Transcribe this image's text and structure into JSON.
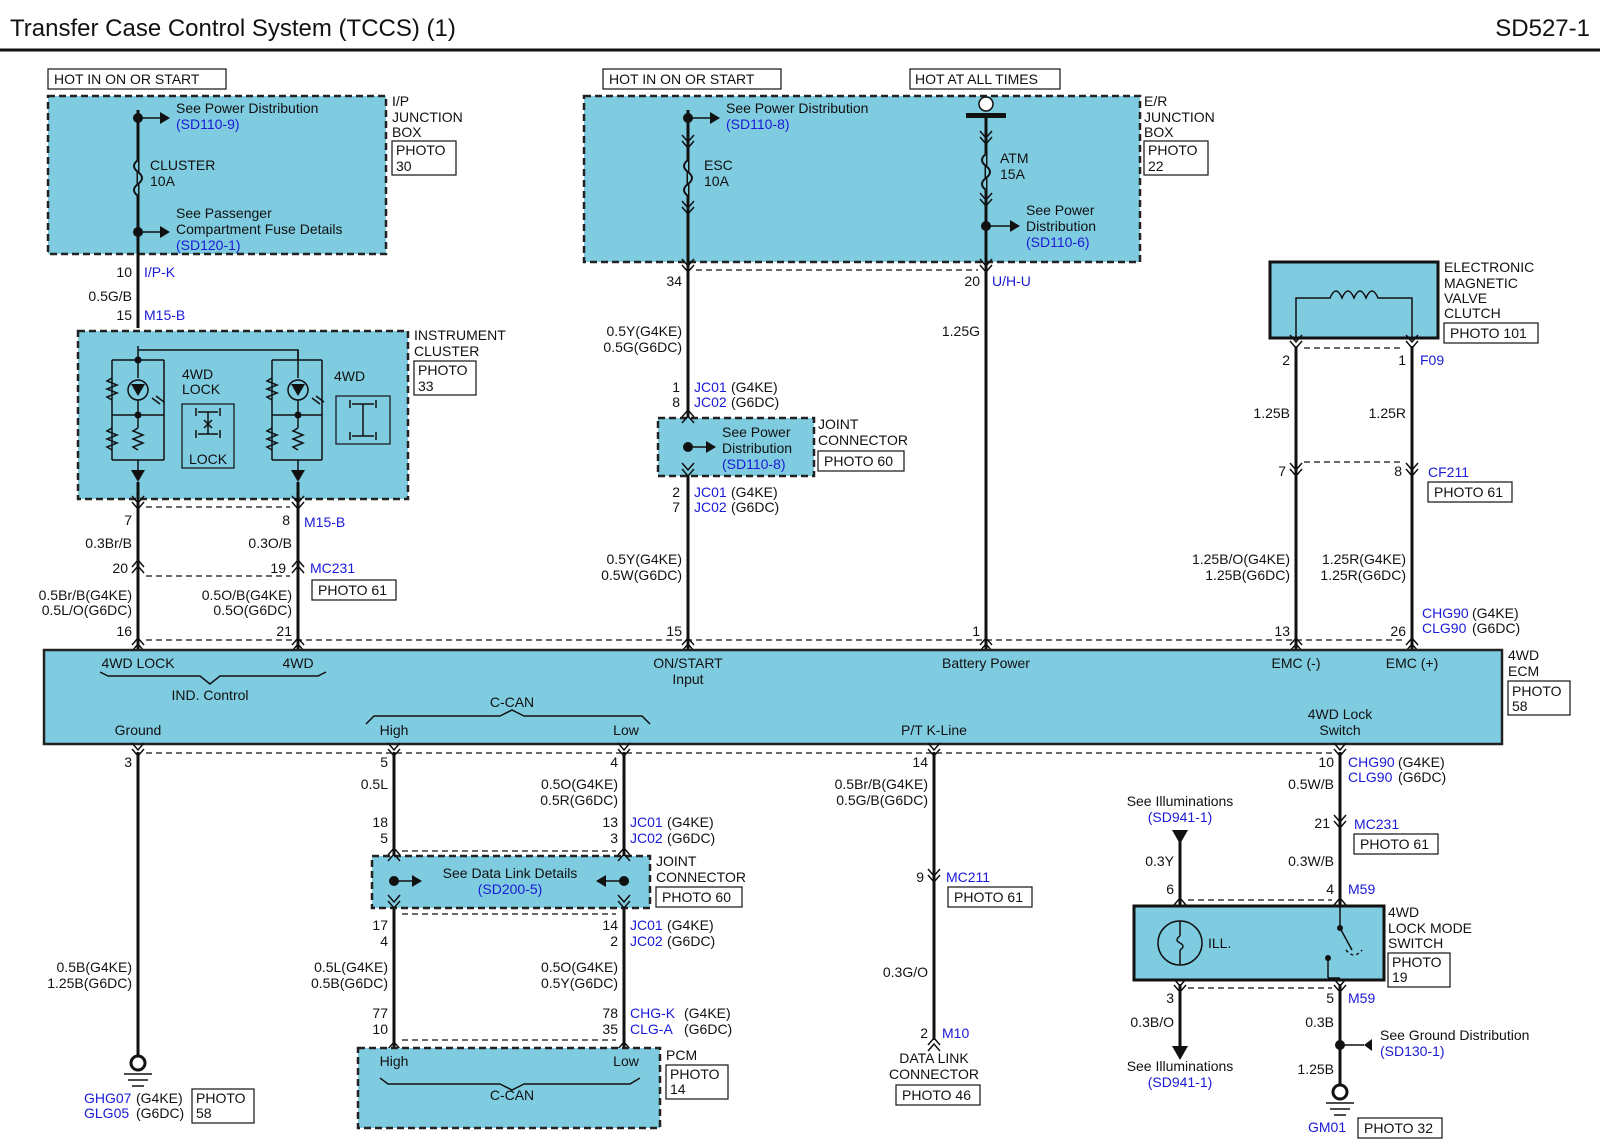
{
  "header": {
    "title": "Transfer Case Control System (TCCS) (1)",
    "code": "SD527-1"
  },
  "hot": {
    "a": "HOT IN ON OR START",
    "b": "HOT IN ON OR START",
    "c": "HOT AT ALL TIMES"
  },
  "ip_box": {
    "l1": "I/P",
    "l2": "JUNCTION",
    "l3": "BOX",
    "photo1": "PHOTO",
    "photo2": "30",
    "see1": "See Power Distribution",
    "ref1": "(SD110-9)",
    "fuse1": "CLUSTER",
    "fuse2": "10A",
    "see2a": "See Passenger",
    "see2b": "Compartment Fuse Details",
    "ref2": "(SD120-1)"
  },
  "er_box": {
    "l1": "E/R",
    "l2": "JUNCTION",
    "l3": "BOX",
    "photo1": "PHOTO",
    "photo2": "22",
    "see1": "See Power Distribution",
    "ref1": "(SD110-8)",
    "esc1": "ESC",
    "esc2": "10A",
    "atm1": "ATM",
    "atm2": "15A",
    "see2a": "See Power",
    "see2b": "Distribution",
    "ref2": "(SD110-6)"
  },
  "cluster": {
    "l1": "INSTRUMENT",
    "l2": "CLUSTER",
    "photo1": "PHOTO",
    "photo2": "33",
    "lock1": "4WD",
    "lock2": "LOCK",
    "lockicon": "LOCK",
    "fwd": "4WD"
  },
  "valve": {
    "l1": "ELECTRONIC",
    "l2": "MAGNETIC",
    "l3": "VALVE",
    "l4": "CLUTCH",
    "photo": "PHOTO 101"
  },
  "jc1": {
    "l1": "JOINT",
    "l2": "CONNECTOR",
    "photo": "PHOTO 60",
    "s1": "See Power",
    "s2": "Distribution",
    "ref": "(SD110-8)"
  },
  "jc2": {
    "l1": "JOINT",
    "l2": "CONNECTOR",
    "photo": "PHOTO 60",
    "s1": "See Data Link Details",
    "ref": "(SD200-5)"
  },
  "ecm": {
    "l1": "4WD",
    "l2": "ECM",
    "photo1": "PHOTO",
    "photo2": "58",
    "lock": "4WD LOCK",
    "fwd": "4WD",
    "ind": "IND. Control",
    "on1": "ON/START",
    "on2": "Input",
    "batt": "Battery Power",
    "emcm": "EMC (-)",
    "emcp": "EMC (+)",
    "ground": "Ground",
    "ccan": "C-CAN",
    "high": "High",
    "low": "Low",
    "ptk": "P/T K-Line",
    "sw1": "4WD Lock",
    "sw2": "Switch"
  },
  "pcm": {
    "l1": "PCM",
    "photo1": "PHOTO",
    "photo2": "14",
    "high": "High",
    "low": "Low",
    "ccan": "C-CAN"
  },
  "dlc": {
    "l1": "DATA LINK",
    "l2": "CONNECTOR",
    "photo": "PHOTO 46"
  },
  "sw": {
    "l1": "4WD",
    "l2": "LOCK MODE",
    "l3": "SWITCH",
    "photo1": "PHOTO",
    "photo2": "19",
    "ill": "ILL."
  },
  "illum": {
    "t1": "See Illuminations",
    "t1r": "(SD941-1)",
    "b1": "See Illuminations",
    "b1r": "(SD941-1)"
  },
  "gnd": {
    "see": "See Ground Distribution",
    "ref": "(SD130-1)",
    "gm": "GM01",
    "gm_photo": "PHOTO 32",
    "ghg": "GHG07",
    "ghg_s": "(G4KE)",
    "glg": "GLG05",
    "glg_s": "(G6DC)",
    "photo1": "PHOTO",
    "photo2": "58"
  },
  "pins": {
    "p10": "10",
    "p15": "15",
    "p7": "7",
    "p8": "8",
    "p20": "20",
    "p19": "19",
    "p16": "16",
    "p21": "21",
    "p34": "34",
    "p1a": "1",
    "p8a": "8",
    "p2a": "2",
    "p7a": "7",
    "p15b": "15",
    "p20b": "20",
    "p1b": "1",
    "p2c": "2",
    "p1c": "1",
    "p7c": "7",
    "p8c": "8",
    "p13": "13",
    "p26": "26",
    "q3": "3",
    "q5": "5",
    "q4": "4",
    "q18": "18",
    "q5b": "5",
    "q13": "13",
    "q3b": "3",
    "q17": "17",
    "q4b": "4",
    "q14": "14",
    "q2": "2",
    "q77": "77",
    "q10": "10",
    "q78": "78",
    "q35": "35",
    "q14k": "14",
    "q9": "9",
    "q2k": "2",
    "q10s": "10",
    "q21": "21",
    "q4s": "4",
    "q6": "6",
    "q3s": "3",
    "q5s": "5"
  },
  "conn": {
    "ipk": "I/P-K",
    "m15b": "M15-B",
    "m15b2": "M15-B",
    "mc231": "MC231",
    "mc231_photo": "PHOTO 61",
    "uhu": "U/H-U",
    "jc01": "JC01",
    "jc02": "JC02",
    "f09": "F09",
    "cf211": "CF211",
    "cf211_photo": "PHOTO 61",
    "chg90": "CHG90",
    "clg90": "CLG90",
    "chgk": "CHG-K",
    "clga": "CLG-A",
    "mc211": "MC211",
    "mc211_photo": "PHOTO 61",
    "m10": "M10",
    "mc231b": "MC231",
    "mc231b_photo": "PHOTO 61",
    "m59": "M59",
    "m59b": "M59",
    "g4ke": "(G4KE)",
    "g6dc": "(G6DC)"
  },
  "wires": {
    "w05gb": "0.5G/B",
    "w03brb": "0.3Br/B",
    "w03ob": "0.3O/B",
    "w05brb": "0.5Br/B(G4KE)",
    "w05lo": "0.5L/O(G6DC)",
    "w05ob": "0.5O/B(G4KE)",
    "w05o": "0.5O(G6DC)",
    "w05y": "0.5Y(G4KE)",
    "w05g": "0.5G(G6DC)",
    "w05y2": "0.5Y(G4KE)",
    "w05w": "0.5W(G6DC)",
    "w125g": "1.25G",
    "w125b": "1.25B",
    "w125r": "1.25R",
    "w125bo": "1.25B/O(G4KE)",
    "w125b2": "1.25B(G6DC)",
    "w125r1": "1.25R(G4KE)",
    "w125r2": "1.25R(G6DC)",
    "w05b": "0.5B(G4KE)",
    "w125bg": "1.25B(G6DC)",
    "w05l": "0.5L",
    "w05l2": "0.5L(G4KE)",
    "w05b2": "0.5B(G6DC)",
    "w05o1": "0.5O(G4KE)",
    "w05r": "0.5R(G6DC)",
    "w05o2": "0.5O(G4KE)",
    "w05y3": "0.5Y(G6DC)",
    "w05brb2": "0.5Br/B(G4KE)",
    "w05gb2": "0.5G/B(G6DC)",
    "w03go": "0.3G/O",
    "w05wb": "0.5W/B",
    "w03y": "0.3Y",
    "w03wb": "0.3W/B",
    "w03bo": "0.3B/O",
    "w03b": "0.3B",
    "w125b3": "1.25B"
  }
}
